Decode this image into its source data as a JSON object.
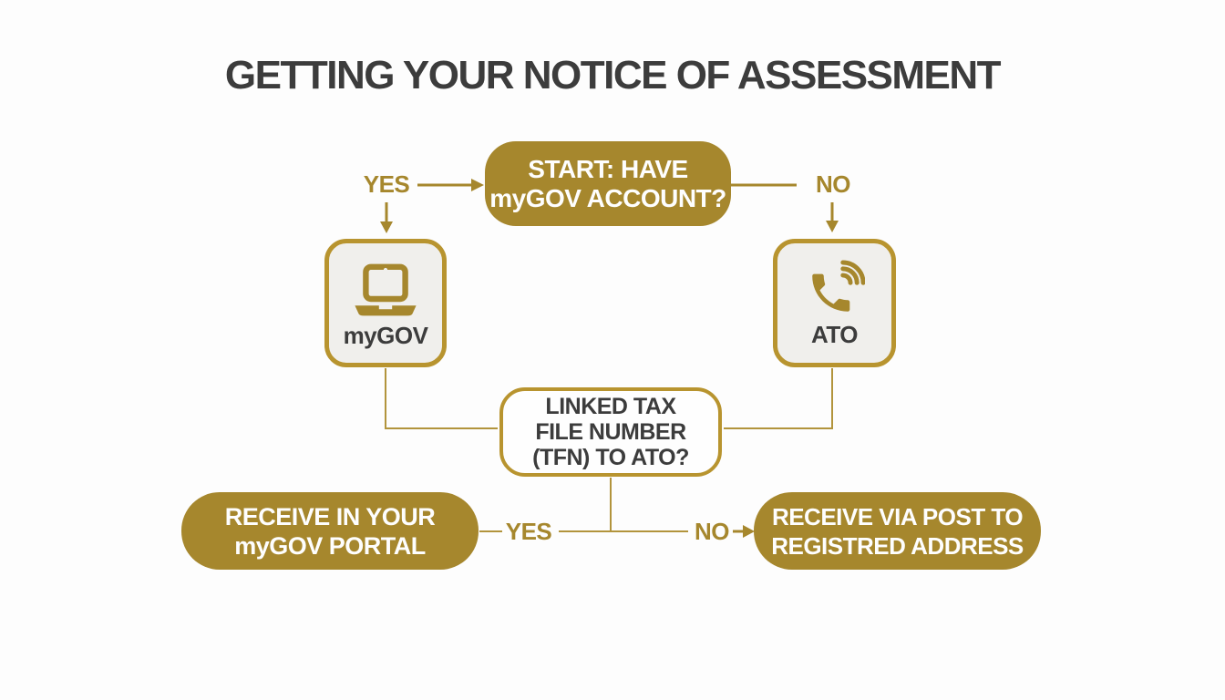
{
  "title": "GETTING YOUR NOTICE OF ASSESSMENT",
  "colors": {
    "gold": "#a6872d",
    "gold_border": "#b8942f",
    "line_gold": "#b2943c",
    "text_dark": "#3c3c3c",
    "box_bg": "#f0efec",
    "page_bg": "#fdfdfd",
    "white_text": "#fefefe"
  },
  "flowchart": {
    "start_node": {
      "line1": "START: HAVE",
      "line2": "myGOV ACCOUNT?"
    },
    "labels": {
      "yes_top": "YES",
      "no_top": "NO",
      "yes_bottom": "YES",
      "no_bottom": "NO"
    },
    "mygov_node": {
      "label": "myGOV",
      "icon": "laptop-icon"
    },
    "ato_node": {
      "label": "ATO",
      "icon": "phone-icon"
    },
    "tfn_node": {
      "line1": "LINKED TAX",
      "line2": "FILE NUMBER",
      "line3": "(TFN) TO ATO?"
    },
    "receive_mygov_node": {
      "line1": "RECEIVE IN YOUR",
      "line2": "myGOV PORTAL"
    },
    "receive_post_node": {
      "line1": "RECEIVE VIA POST TO",
      "line2": "REGISTRED ADDRESS"
    }
  }
}
